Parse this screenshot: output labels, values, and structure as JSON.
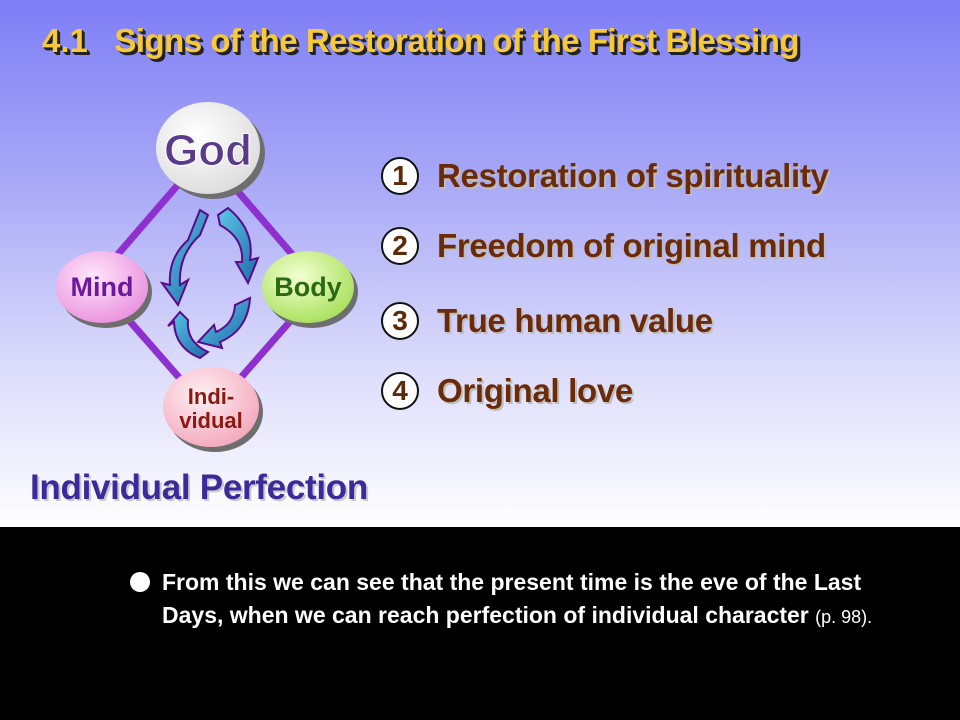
{
  "title": {
    "number": "4.1",
    "text": "Signs of the Restoration of the First Blessing"
  },
  "diagram": {
    "nodes": {
      "top": "God",
      "left": "Mind",
      "right": "Body",
      "bottom_line1": "Indi-",
      "bottom_line2": "vidual"
    },
    "caption": "Individual Perfection"
  },
  "items": [
    {
      "num": "1",
      "text": "Restoration of spirituality"
    },
    {
      "num": "2",
      "text": "Freedom of original mind"
    },
    {
      "num": "3",
      "text": "True human value"
    },
    {
      "num": "4",
      "text": "Original love"
    }
  ],
  "note": {
    "text": "From this we can see that the present time is the eve of the Last Days, when we can reach perfection of individual character",
    "ref": "(p.  98)."
  },
  "colors": {
    "title": "#f7c93a",
    "item_text": "#6b2b08",
    "caption": "#3a2a9a",
    "diamond": "#8e2fd0",
    "god_text": "#5a3a8a",
    "mind_text": "#6a1a9a",
    "body_text": "#2a6a10",
    "individual_text": "#8a1a10"
  }
}
